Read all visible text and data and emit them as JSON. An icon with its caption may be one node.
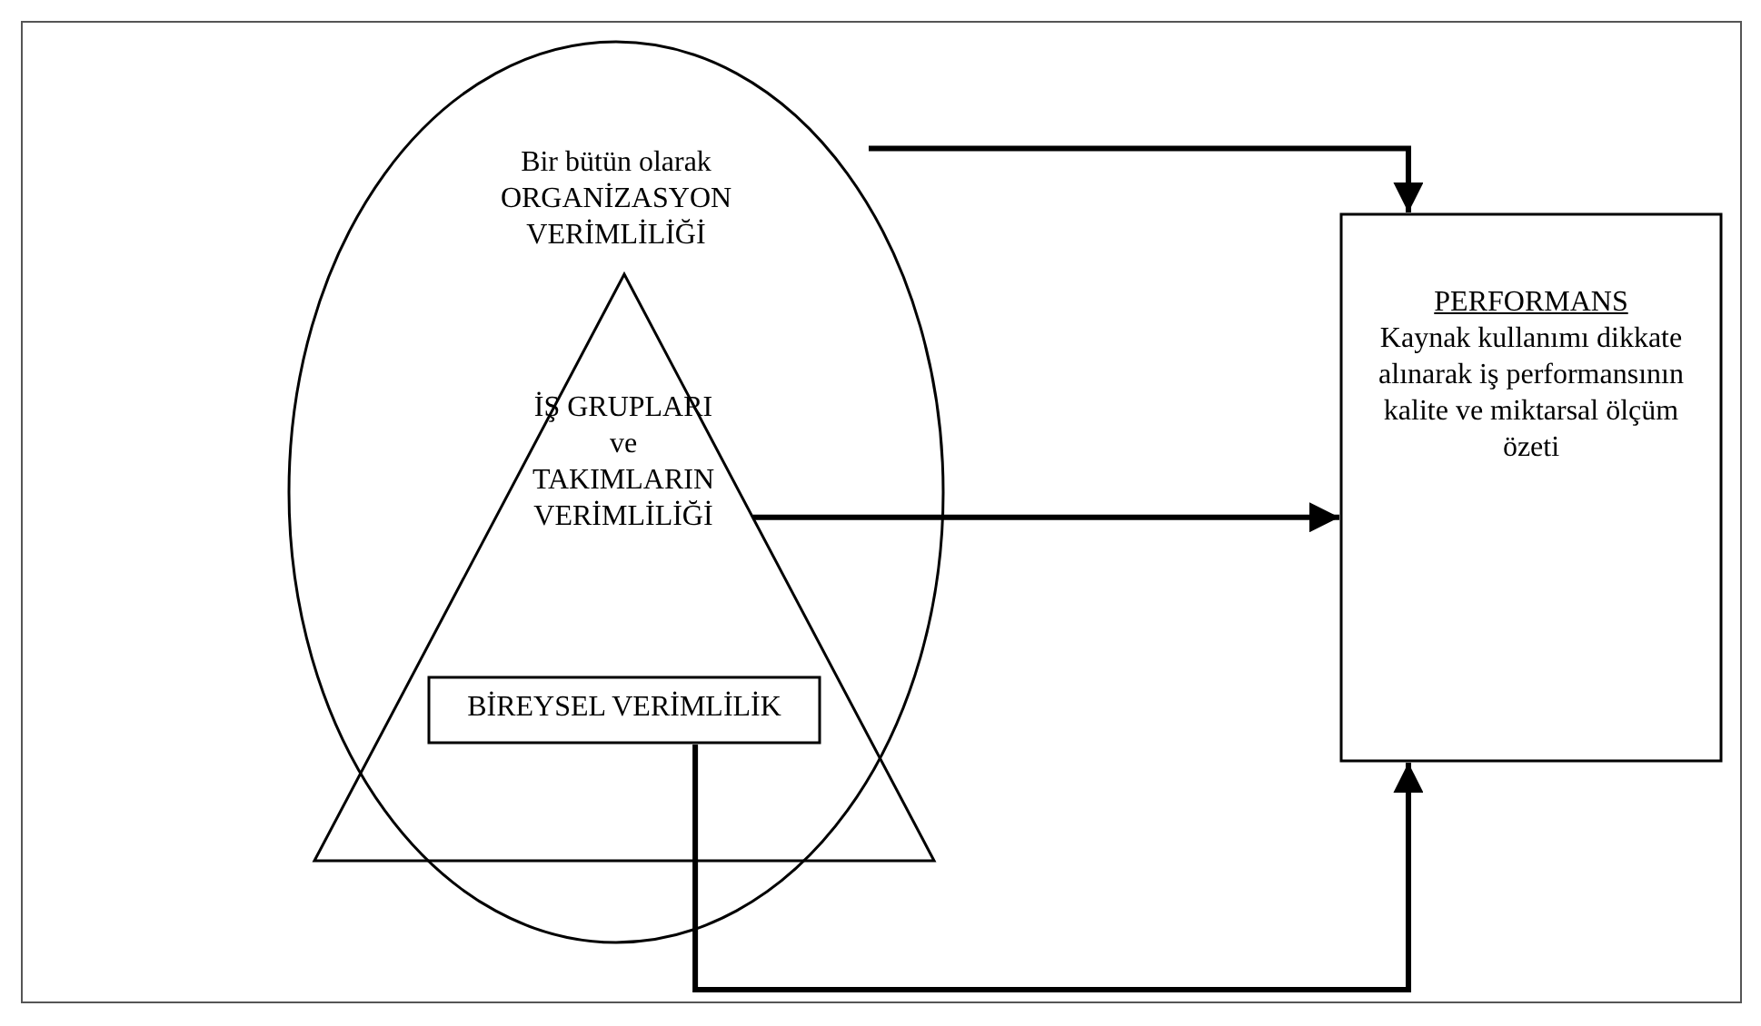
{
  "diagram": {
    "nodes": [
      {
        "text": [
          "Bir bütün olarak ORGANİZASYON VERİMLİLİĞİ"
        ]
      },
      {
        "text": [
          "İŞ GRUPLARI ve TAKIMLARIN VERİMLİLİĞİ"
        ],
        "in": 0
      },
      {
        "text": [
          "BİREYSEL VERİMLİLİK"
        ],
        "in": 1
      },
      {
        "text": [
          "PERFORMANS",
          "Kaynak kullanımı dikkate alınarak iş performansının kalite ve miktarsal ölçüm özeti"
        ]
      }
    ],
    "edges": [
      {
        "from": 0,
        "to": 3,
        "arrow": "to"
      },
      {
        "from": 1,
        "to": 3,
        "arrow": "to"
      },
      {
        "from": 2,
        "to": 3,
        "arrow": "to"
      }
    ]
  }
}
